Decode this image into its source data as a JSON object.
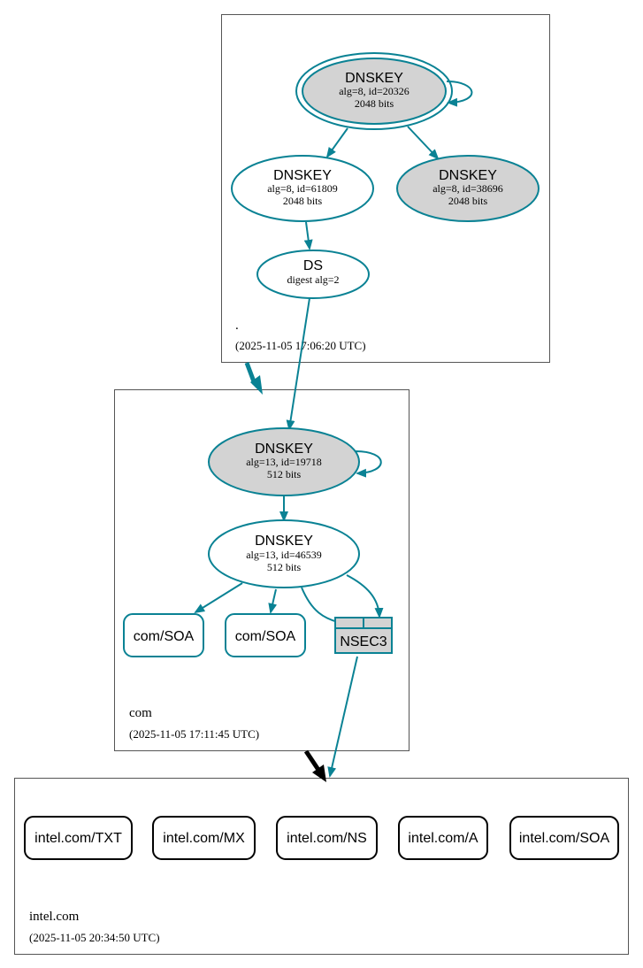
{
  "zones": {
    "root": {
      "name": ".",
      "timestamp": "(2025-11-05 17:06:20 UTC)"
    },
    "com": {
      "name": "com",
      "timestamp": "(2025-11-05 17:11:45 UTC)"
    },
    "intel": {
      "name": "intel.com",
      "timestamp": "(2025-11-05 20:34:50 UTC)"
    }
  },
  "nodes": {
    "root_ksk": {
      "title": "DNSKEY",
      "line1": "alg=8, id=20326",
      "line2": "2048 bits"
    },
    "root_zsk1": {
      "title": "DNSKEY",
      "line1": "alg=8, id=61809",
      "line2": "2048 bits"
    },
    "root_zsk2": {
      "title": "DNSKEY",
      "line1": "alg=8, id=38696",
      "line2": "2048 bits"
    },
    "root_ds": {
      "title": "DS",
      "line1": "digest alg=2"
    },
    "com_ksk": {
      "title": "DNSKEY",
      "line1": "alg=13, id=19718",
      "line2": "512 bits"
    },
    "com_zsk": {
      "title": "DNSKEY",
      "line1": "alg=13, id=46539",
      "line2": "512 bits"
    }
  },
  "com_rrsets": [
    "com/SOA",
    "com/SOA"
  ],
  "nsec3_label": "NSEC3",
  "intel_rrsets": [
    "intel.com/TXT",
    "intel.com/MX",
    "intel.com/NS",
    "intel.com/A",
    "intel.com/SOA"
  ],
  "colors": {
    "edge": "#0a8294",
    "secure_fill": "#d3d3d3",
    "delegation_arrow": "#000000"
  }
}
